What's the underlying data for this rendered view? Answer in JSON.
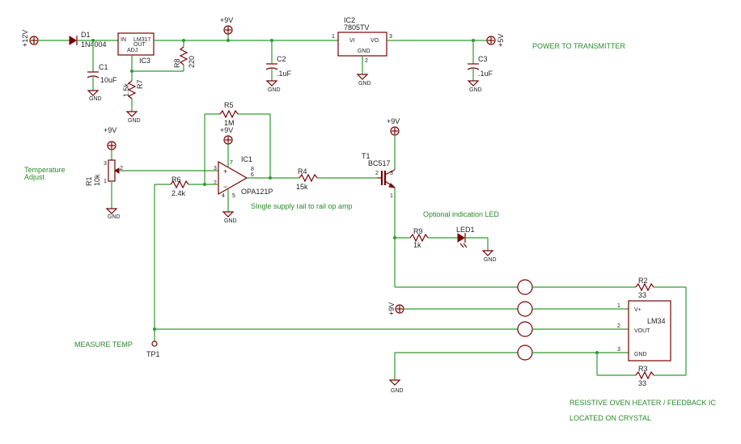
{
  "labels": {
    "plus12v": "+12V",
    "plus9v_a": "+9V",
    "plus5v": "+5V",
    "power_to_tx": "POWER TO TRANSMITTER",
    "d1_name": "D1",
    "d1_value": "1N4004",
    "ic3_name": "IC3",
    "ic3_value": "LM317",
    "ic3_in": "IN",
    "ic3_out": "OUT",
    "ic3_adj": "ADJ",
    "c1_name": "C1",
    "c1_value": "10uF",
    "r8_name": "R8",
    "r8_value": "220",
    "r7_name": "R7",
    "r7_value": "1.5k",
    "c2_name": "C2",
    "c2_value": ".1uF",
    "ic2_name": "IC2",
    "ic2_value": "7805TV",
    "ic2_vi": "VI",
    "ic2_vo": "VO",
    "ic2_gnd": "GND",
    "ic2_pin1": "1",
    "ic2_pin2": "2",
    "ic2_pin3": "3",
    "c3_name": "C3",
    "c3_value": ".1uF",
    "gnd": "GND",
    "r5_name": "R5",
    "r5_value": "1M",
    "plus9v_op": "+9V",
    "plus9v_r1": "+9V",
    "plus9v_t1": "+9V",
    "plus9v_lm34": "+9V",
    "ic1_name": "IC1",
    "ic1_value": "OPA121P",
    "temp_adjust_1": "Temperature",
    "temp_adjust_2": "Adjust",
    "r1_name": "R1",
    "r1_value": "10k",
    "r1_pin1": "1",
    "r1_pin2": "2",
    "r1_pin3": "3",
    "r6_name": "R6",
    "r6_value": "2.4k",
    "r4_name": "R4",
    "r4_value": "15k",
    "op_pin2": "2",
    "op_pin3": "3",
    "op_pin4": "4",
    "op_pin5": "5",
    "op_pin6": "6",
    "op_pin7": "7",
    "op_pin8": "8",
    "single_supply": "SIngle supply rail to rail op amp",
    "t1_name": "T1",
    "t1_value": "BC517",
    "t1_pin1": "1",
    "t1_pin2": "2",
    "t1_pin3": "3",
    "optional_led": "Optional indication LED",
    "r9_name": "R9",
    "r9_value": "1k",
    "led1_name": "LED1",
    "r2_name": "R2",
    "r2_value": "33",
    "r3_name": "R3",
    "r3_value": "33",
    "lm34_name": "LM34",
    "lm34_vplus": "V+",
    "lm34_vout": "VOUT",
    "lm34_gnd": "GND",
    "lm34_pin1": "1",
    "lm34_pin2": "2",
    "lm34_pin3": "3",
    "measure_temp": "MEASURE TEMP",
    "tp1": "TP1",
    "oven_1": "RESISTIVE OVEN HEATER / FEEDBACK IC",
    "oven_2": "LOCATED ON CRYSTAL"
  },
  "colors": {
    "wire": "#2f9a2f",
    "part": "#7a0000",
    "note": "#2a8a2a",
    "text": "#222222"
  }
}
